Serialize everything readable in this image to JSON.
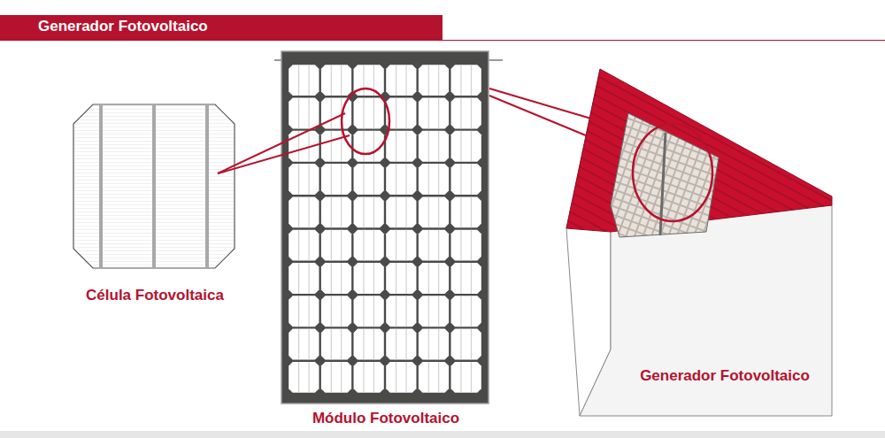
{
  "diagram": {
    "title": "Generador Fotovoltaico",
    "labels": [
      "Célula Fotovoltaica",
      "Módulo Fotovoltaico",
      "Generador Fotovoltaico"
    ]
  }
}
